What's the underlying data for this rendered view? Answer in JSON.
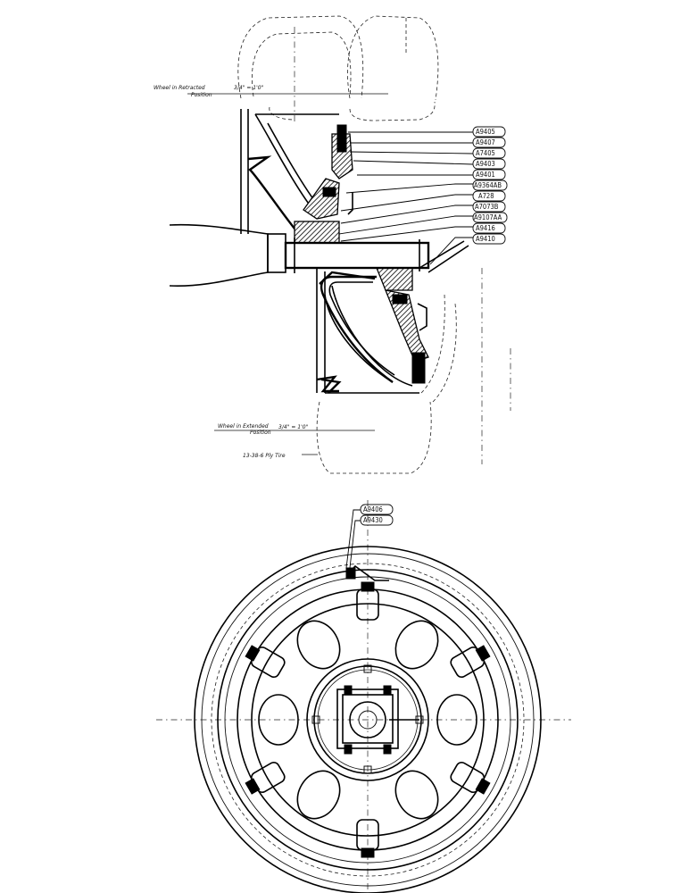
{
  "side_view": {
    "callouts": [
      "A9405",
      "A9407",
      "A7405",
      "A9403",
      "A9401",
      "A9364AB",
      "A728",
      "A7073B",
      "A9107AA",
      "A9416",
      "A9410"
    ],
    "note_top_line1": "Wheel in Retracted",
    "note_top_line2": "Position",
    "note_top_scale": "3/4\" = 1'0\"",
    "note_bottom_line1": "Wheel in Extended",
    "note_bottom_line2": "Position",
    "note_bottom_scale": "3/4\" = 1'0\"",
    "tire_note": "13-38-6 Ply Tire"
  },
  "front_view": {
    "callouts": [
      "A9406",
      "A9430"
    ]
  }
}
